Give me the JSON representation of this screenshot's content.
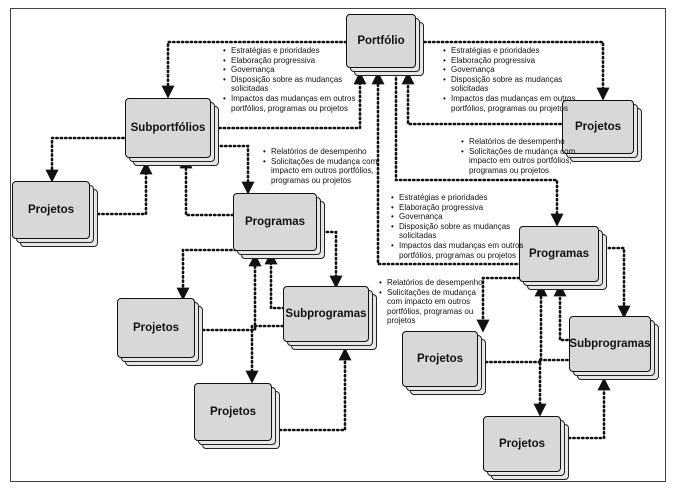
{
  "nodes": {
    "portfolio": "Portfólio",
    "subportfolios": "Subportfólios",
    "projetos_top_right": "Projetos",
    "projetos_left": "Projetos",
    "programas_center": "Programas",
    "projetos_center": "Projetos",
    "subprogramas_center": "Subprogramas",
    "projetos_bottom_center": "Projetos",
    "programas_right": "Programas",
    "projetos_right": "Projetos",
    "subprogramas_right": "Subprogramas",
    "projetos_bottom_right": "Projetos"
  },
  "notes": {
    "governance_left": [
      "Estratégias e prioridades",
      "Elaboração progressiva",
      "Governança",
      "Disposição sobre as mudanças solicitadas",
      "Impactos das mudanças em outros portfólios, programas ou projetos"
    ],
    "governance_right": [
      "Estratégias e prioridades",
      "Elaboração progressiva",
      "Governança",
      "Disposição sobre as mudanças solicitadas",
      "Impactos das mudanças em outros portfólios, programas ou projetos"
    ],
    "performance_center": [
      "Relatórios de desempenho",
      "Solicitações de mudança com impacto em outros portfólios, programas ou projetos"
    ],
    "performance_right": [
      "Relatórios de desempenho",
      "Solicitações de mudança com impacto em outros portfólios, programas ou projetos"
    ],
    "governance_middle": [
      "Estratégias e prioridades",
      "Elaboração progressiva",
      "Governança",
      "Disposição sobre as mudanças solicitadas",
      "Impactos das mudanças em outros portfólios, programas ou projetos"
    ],
    "performance_lower": [
      "Relatórios de desempenho",
      "Solicitações de mudança com impacto em outros portfólios, programas ou projetos"
    ]
  },
  "style": {
    "line_color": "#111111",
    "box_fill": "#d8d8d8",
    "box_shadow_fill": "#e6e6e6"
  }
}
